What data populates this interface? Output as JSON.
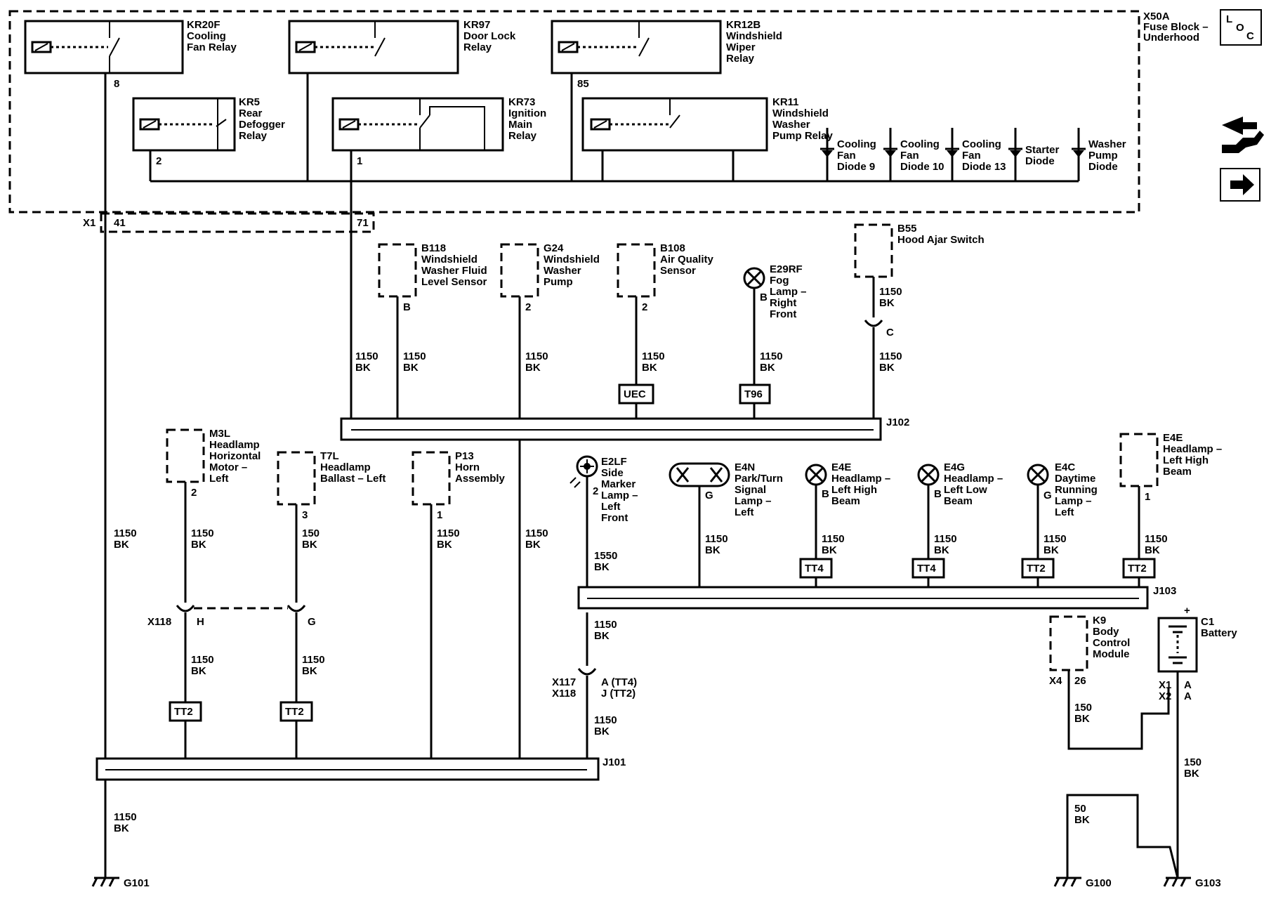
{
  "fuse_block": {
    "id": "X50A",
    "name_line1": "Fuse Block –",
    "name_line2": "Underhood"
  },
  "loc_icon": {
    "l": "L",
    "o": "O",
    "c": "C"
  },
  "relays": [
    {
      "id": "KR20F",
      "l1": "Cooling",
      "l2": "Fan Relay",
      "l3": "",
      "pin": "8"
    },
    {
      "id": "KR97",
      "l1": "Door Lock",
      "l2": "Relay",
      "l3": "",
      "pin": ""
    },
    {
      "id": "KR12B",
      "l1": "Windshield",
      "l2": "Wiper",
      "l3": "Relay",
      "pin": "85"
    },
    {
      "id": "KR5",
      "l1": "Rear",
      "l2": "Defogger",
      "l3": "Relay",
      "pin": "2"
    },
    {
      "id": "KR73",
      "l1": "Ignition",
      "l2": "Main",
      "l3": "Relay",
      "pin": "1"
    },
    {
      "id": "KR11",
      "l1": "Windshield",
      "l2": "Washer",
      "l3": "Pump Relay",
      "pin": ""
    }
  ],
  "diodes": [
    {
      "l1": "Cooling",
      "l2": "Fan",
      "l3": "Diode 9"
    },
    {
      "l1": "Cooling",
      "l2": "Fan",
      "l3": "Diode 10"
    },
    {
      "l1": "Cooling",
      "l2": "Fan",
      "l3": "Diode 13"
    },
    {
      "l1": "Starter",
      "l2": "Diode",
      "l3": ""
    },
    {
      "l1": "Washer",
      "l2": "Pump",
      "l3": "Diode"
    }
  ],
  "x1_connector": {
    "id": "X1",
    "pin_a": "41",
    "pin_b": "71"
  },
  "wire_1150": "1150",
  "wire_150": "150",
  "wire_1550": "1550",
  "wire_50": "50",
  "color_bk": "BK",
  "components_top": [
    {
      "id": "B118",
      "l1": "Windshield",
      "l2": "Washer Fluid",
      "l3": "Level Sensor",
      "pin": "B"
    },
    {
      "id": "G24",
      "l1": "Windshield",
      "l2": "Washer",
      "l3": "Pump",
      "pin": "2"
    },
    {
      "id": "B108",
      "l1": "Air Quality",
      "l2": "Sensor",
      "l3": "",
      "pin": "2"
    },
    {
      "id": "E29RF",
      "l1": "Fog",
      "l2": "Lamp –",
      "l3": "Right",
      "l4": "Front",
      "pin": "B"
    },
    {
      "id": "B55",
      "l1": "Hood Ajar Switch",
      "pin": "C"
    }
  ],
  "tags": {
    "uec": "UEC",
    "t96": "T96",
    "tt2": "TT2",
    "tt4": "TT4"
  },
  "splices": {
    "j101": "J101",
    "j102": "J102",
    "j103": "J103"
  },
  "components_mid": [
    {
      "id": "M3L",
      "l1": "Headlamp",
      "l2": "Horizontal",
      "l3": "Motor –",
      "l4": "Left",
      "pin": "2"
    },
    {
      "id": "T7L",
      "l1": "Headlamp",
      "l2": "Ballast – Left",
      "pin": "3"
    },
    {
      "id": "P13",
      "l1": "Horn",
      "l2": "Assembly",
      "pin": "1"
    },
    {
      "id": "E2LF",
      "l1": "Side",
      "l2": "Marker",
      "l3": "Lamp –",
      "l4": "Left",
      "l5": "Front",
      "pin": "2"
    },
    {
      "id": "E4N",
      "l1": "Park/Turn",
      "l2": "Signal",
      "l3": "Lamp –",
      "l4": "Left",
      "pin": "G"
    },
    {
      "id": "E4E",
      "l1": "Headlamp –",
      "l2": "Left High",
      "l3": "Beam",
      "pin": "B"
    },
    {
      "id": "E4G",
      "l1": "Headlamp –",
      "l2": "Left Low",
      "l3": "Beam",
      "pin": "B"
    },
    {
      "id": "E4C",
      "l1": "Daytime",
      "l2": "Running",
      "l3": "Lamp –",
      "l4": "Left",
      "pin": "G"
    },
    {
      "id": "E4E",
      "l1": "Headlamp –",
      "l2": "Left High",
      "l3": "Beam",
      "pin": "1"
    }
  ],
  "x118": {
    "id": "X118",
    "pin_h": "H",
    "pin_g": "G"
  },
  "x117": {
    "id_a": "X117",
    "id_b": "X118",
    "pin_a": "A (TT4)",
    "pin_b": "J (TT2)"
  },
  "bcm": {
    "id": "K9",
    "l1": "Body",
    "l2": "Control",
    "l3": "Module",
    "conn": "X4",
    "pin": "26"
  },
  "battery": {
    "id": "C1",
    "name": "Battery",
    "plus": "+",
    "x1": "X1",
    "x2": "X2",
    "pin_a1": "A",
    "pin_a2": "A"
  },
  "grounds": {
    "g101": "G101",
    "g100": "G100",
    "g103": "G103"
  }
}
